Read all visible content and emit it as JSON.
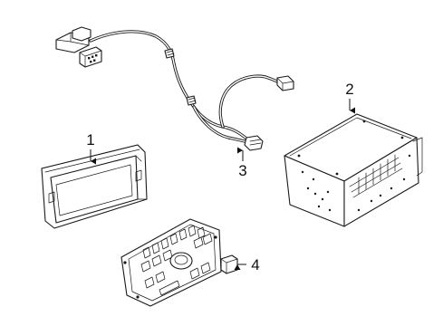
{
  "callouts": [
    {
      "id": "1",
      "label": "1"
    },
    {
      "id": "2",
      "label": "2"
    },
    {
      "id": "3",
      "label": "3"
    },
    {
      "id": "4",
      "label": "4"
    }
  ],
  "colors": {
    "ink": "#1a1a1a",
    "background": "#ffffff"
  }
}
